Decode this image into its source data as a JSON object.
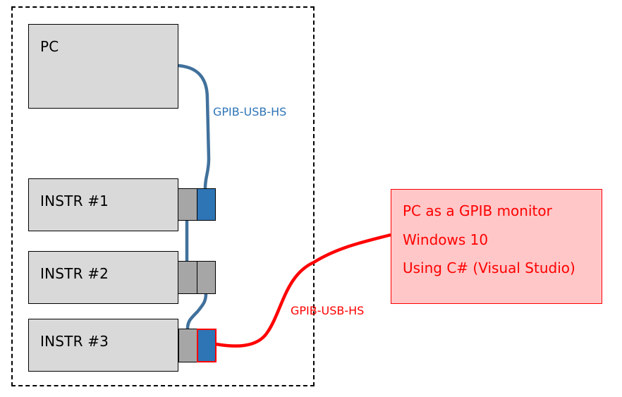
{
  "colors": {
    "box_fill": "#d9d9d9",
    "connector_gray": "#a6a6a6",
    "connector_blue": "#2e75b6",
    "cable_blue": "#41719c",
    "cable_red": "#ff0000",
    "monitor_fill": "#ffc7c8",
    "monitor_text": "#ff0000"
  },
  "devices": [
    {
      "id": "pc",
      "label": "PC"
    },
    {
      "id": "instr1",
      "label": "INSTR #1"
    },
    {
      "id": "instr2",
      "label": "INSTR #2"
    },
    {
      "id": "instr3",
      "label": "INSTR #3"
    }
  ],
  "cables": {
    "pc_to_instr1": {
      "label": "GPIB-USB-HS"
    },
    "instr3_to_monitor": {
      "label": "GPIB-USB-HS"
    }
  },
  "monitor": {
    "lines": [
      "PC as a GPIB monitor",
      "Windows 10",
      "Using C# (Visual Studio)"
    ]
  }
}
